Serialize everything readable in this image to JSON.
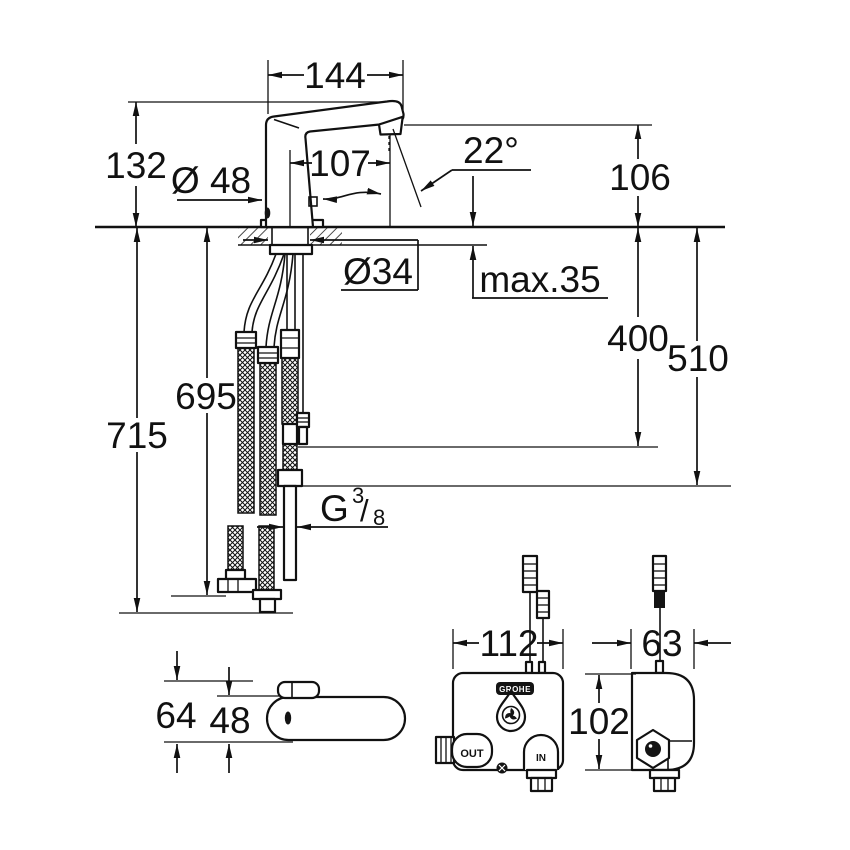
{
  "style": {
    "ink": "#111111",
    "paper": "#ffffff"
  },
  "main_view": {
    "dims": {
      "spout_length": "144",
      "height": "132",
      "base_dia": "Ø 48",
      "projection": "107",
      "angle": "22°",
      "outlet_height": "106",
      "hole_dia": "Ø34",
      "deck_max": "max.35",
      "len_400": "400",
      "len_510": "510",
      "len_695": "695",
      "len_715": "715"
    },
    "thread": {
      "g": "G",
      "sup": "3",
      "slash": "/",
      "sub": "8"
    }
  },
  "top_view": {
    "dims": {
      "depth": "64",
      "body": "48"
    }
  },
  "control_box": {
    "front": {
      "width": "112",
      "out": "OUT",
      "in": "IN",
      "brand": "GROHE"
    },
    "side": {
      "depth": "63",
      "height": "102"
    }
  }
}
